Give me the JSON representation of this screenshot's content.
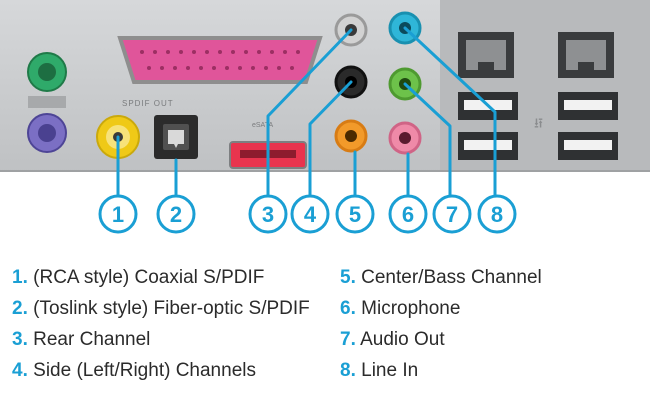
{
  "panel": {
    "labels": {
      "spdif_out": "SPDIF OUT",
      "esata": "eSATA"
    }
  },
  "colors": {
    "accent": "#1a9fd4",
    "panel_metal": "#c9cbcd",
    "ps2_mouse": "#2faa6a",
    "ps2_keyboard": "#7b6fc4",
    "coax": "#f2d21b",
    "parallel": "#e0559a",
    "esata": "#e8344e",
    "rear": "#9a9a9a",
    "side": "#2a2a2a",
    "center_bass": "#f29a2a",
    "microphone": "#ef8aa8",
    "audio_out": "#6dc24a",
    "line_in": "#2fb6d8"
  },
  "callouts": [
    {
      "number": "1",
      "port": "coax"
    },
    {
      "number": "2",
      "port": "optical"
    },
    {
      "number": "3",
      "port": "rear"
    },
    {
      "number": "4",
      "port": "side"
    },
    {
      "number": "5",
      "port": "center_bass"
    },
    {
      "number": "6",
      "port": "microphone"
    },
    {
      "number": "7",
      "port": "audio_out"
    },
    {
      "number": "8",
      "port": "line_in"
    }
  ],
  "legend": [
    {
      "number": "1.",
      "text": "(RCA style) Coaxial S/PDIF"
    },
    {
      "number": "2.",
      "text": "(Toslink style) Fiber-optic S/PDIF"
    },
    {
      "number": "3.",
      "text": "Rear Channel"
    },
    {
      "number": "4.",
      "text": "Side (Left/Right) Channels"
    },
    {
      "number": "5.",
      "text": "Center/Bass Channel"
    },
    {
      "number": "6.",
      "text": "Microphone"
    },
    {
      "number": "7.",
      "text": "Audio Out"
    },
    {
      "number": "8.",
      "text": "Line In"
    }
  ]
}
